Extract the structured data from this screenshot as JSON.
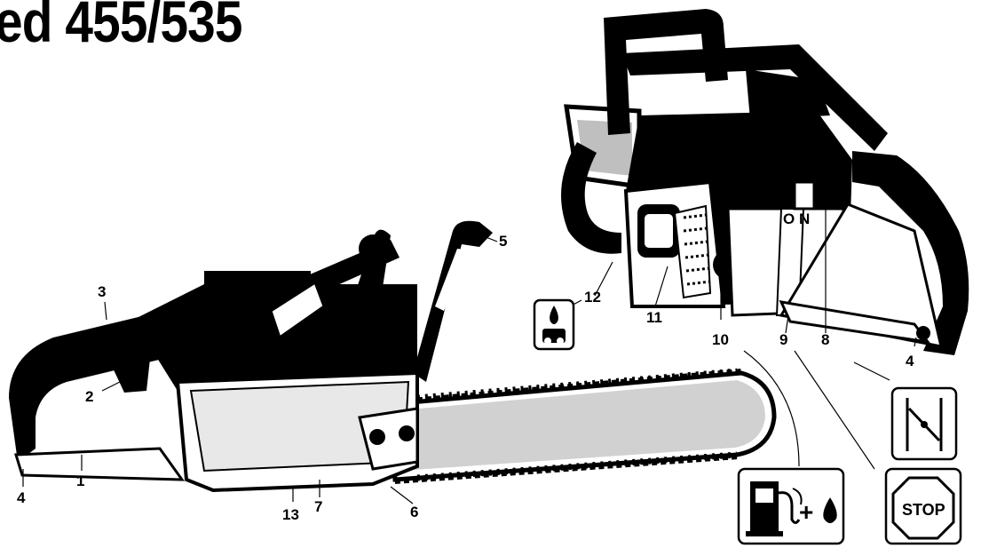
{
  "title": "ed 455/535",
  "callouts": [
    "1",
    "2",
    "3",
    "4",
    "5",
    "6",
    "7",
    "8",
    "9",
    "10",
    "11",
    "12",
    "13"
  ],
  "symbols": {
    "stop_label": "STOP",
    "fuel_plus": "+"
  },
  "icons": [
    "chain-oil-icon",
    "choke-icon",
    "stop-switch-icon",
    "fuel-mix-icon"
  ]
}
